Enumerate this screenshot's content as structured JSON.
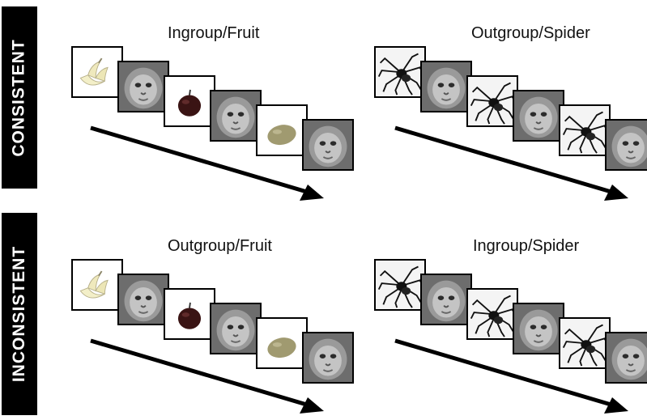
{
  "labels": {
    "consistent": "CONSISTENT",
    "inconsistent": "INCONSISTENT"
  },
  "panels": {
    "top_left": {
      "title": "Ingroup/Fruit",
      "sequence": [
        "banana-icon",
        "monkey-face-icon",
        "apple-icon",
        "monkey-face-icon",
        "lemon-icon",
        "monkey-face-icon"
      ]
    },
    "top_right": {
      "title": "Outgroup/Spider",
      "sequence": [
        "spider-icon",
        "monkey-face-icon",
        "spider-icon",
        "monkey-face-icon",
        "spider-icon",
        "monkey-face-icon"
      ]
    },
    "bottom_left": {
      "title": "Outgroup/Fruit",
      "sequence": [
        "banana-icon",
        "monkey-face-icon",
        "apple-icon",
        "monkey-face-icon",
        "lemon-icon",
        "monkey-face-icon"
      ]
    },
    "bottom_right": {
      "title": "Ingroup/Spider",
      "sequence": [
        "spider-icon",
        "monkey-face-icon",
        "spider-icon",
        "monkey-face-icon",
        "spider-icon",
        "monkey-face-icon"
      ]
    }
  },
  "colors": {
    "label_bg": "#000000",
    "label_text": "#ffffff",
    "arrow": "#000000"
  }
}
